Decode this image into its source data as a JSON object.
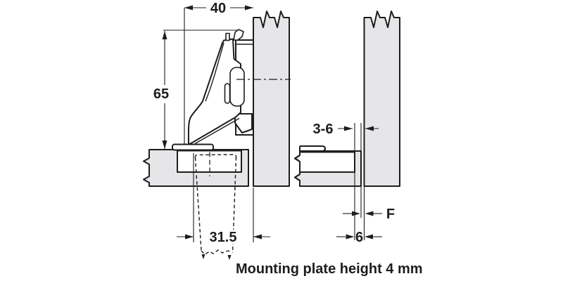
{
  "colors": {
    "panel": "#e6e6e8",
    "line": "#1d1d1f",
    "bg": "#ffffff"
  },
  "left_view": {
    "dim_top_width": "40",
    "dim_height": "65",
    "dim_drilling_distance": "31.5"
  },
  "right_view": {
    "dim_reveal_range": "3-6",
    "dim_gap": "F",
    "dim_offset": "6"
  },
  "caption": "Mounting plate height 4 mm"
}
